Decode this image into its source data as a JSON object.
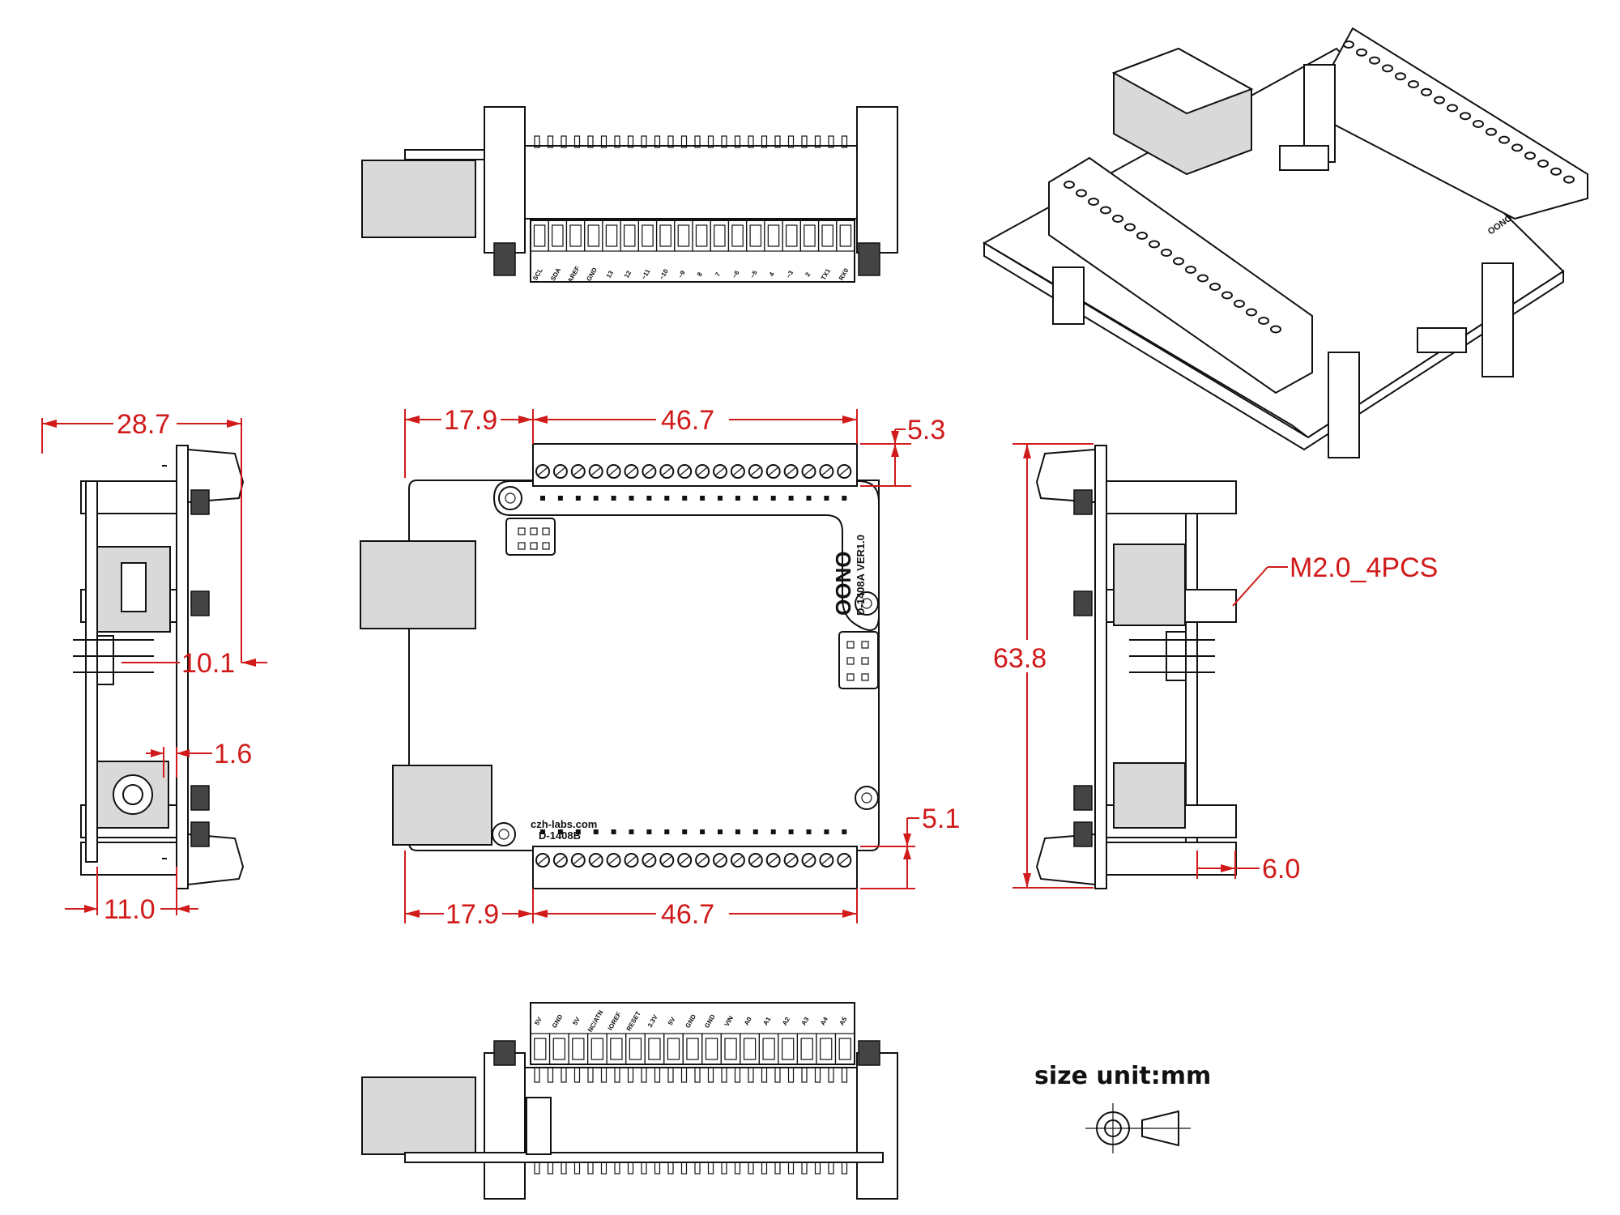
{
  "dimensions": {
    "width_total": "28.7",
    "offset_left": "10.1",
    "thickness": "1.6",
    "standoff": "11.0",
    "left_offset_top": "17.9",
    "terminal_span_top": "46.7",
    "terminal_depth_top": "5.3",
    "left_offset_bottom": "17.9",
    "terminal_span_bottom": "46.7",
    "terminal_depth_bottom": "5.1",
    "height_total": "63.8",
    "screw_label": "M2.0_4PCS",
    "pin_length": "6.0"
  },
  "board": {
    "brand": "OONO",
    "model_top": "D-1408A VER1.0",
    "url": "czh-labs.com",
    "model_bottom": "D-1408B"
  },
  "top_terminal_labels": [
    "SCL",
    "SDA",
    "AREF",
    "GND",
    "13",
    "12",
    "~11",
    "~10",
    "~9",
    "8",
    "7",
    "~6",
    "~5",
    "4",
    "~3",
    "2",
    "TX1",
    "RX0"
  ],
  "bottom_terminal_labels": [
    "5V",
    "GND",
    "5V",
    "NC/ATN",
    "IOREF",
    "RESET",
    "3.3V",
    "5V",
    "GND",
    "GND",
    "VIN",
    "A0",
    "A1",
    "A2",
    "A3",
    "A4",
    "A5"
  ],
  "legend": {
    "size_unit": "size unit:mm"
  },
  "colors": {
    "dimension": "#d11a1a",
    "line": "#111111"
  }
}
